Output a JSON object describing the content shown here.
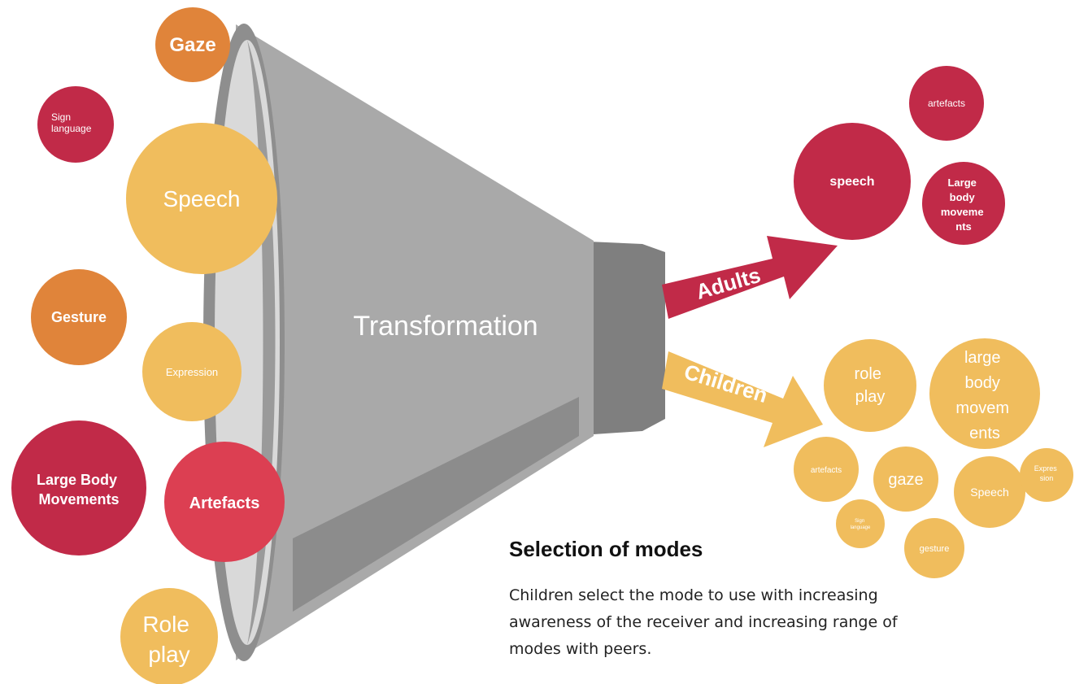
{
  "colors": {
    "crimson": "#c12a48",
    "red": "#dc3f52",
    "orange": "#e0843a",
    "yellow": "#f0bd5d",
    "funnel_body": "#a8a8a8",
    "funnel_rim": "#8a8a8a",
    "funnel_inner": "#dadada",
    "funnel_spout": "#808080"
  },
  "funnel": {
    "label": "Transformation"
  },
  "inputs": [
    {
      "label": "Gaze",
      "color": "orange"
    },
    {
      "label": "Sign language",
      "color": "crimson"
    },
    {
      "label": "Speech",
      "color": "yellow"
    },
    {
      "label": "Gesture",
      "color": "orange"
    },
    {
      "label": "Expression",
      "color": "yellow"
    },
    {
      "label": "Large Body Movements",
      "color": "crimson"
    },
    {
      "label": "Artefacts",
      "color": "red"
    },
    {
      "label": "Role play",
      "color": "yellow"
    }
  ],
  "arrows": {
    "adults": {
      "label": "Adults",
      "color": "crimson"
    },
    "children": {
      "label": "Children",
      "color": "yellow"
    }
  },
  "adult_outputs": [
    {
      "label": "artefacts"
    },
    {
      "label": "speech"
    },
    {
      "label": "Large body moveme nts"
    }
  ],
  "child_outputs": [
    {
      "label": "role play"
    },
    {
      "label": "large body movem ents"
    },
    {
      "label": "artefacts"
    },
    {
      "label": "gaze"
    },
    {
      "label": "Speech"
    },
    {
      "label": "Expres sion"
    },
    {
      "label": "Sign language"
    },
    {
      "label": "gesture"
    }
  ],
  "caption": {
    "title": "Selection of modes",
    "body": "Children select the mode to use with increasing awareness of the receiver and increasing range of modes with peers."
  }
}
